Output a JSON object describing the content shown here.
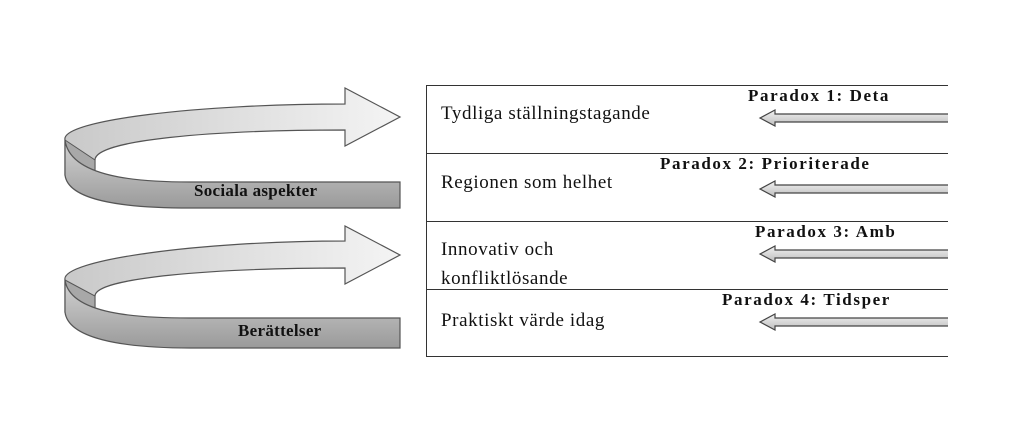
{
  "left_arrows": [
    {
      "label": "Sociala aspekter"
    },
    {
      "label": "Berättelser"
    }
  ],
  "rows": [
    {
      "paradox": "Paradox 1: Deta",
      "text": "Tydliga ställningstagande"
    },
    {
      "paradox": "Paradox 2: Prioriterade",
      "text": "Regionen som helhet"
    },
    {
      "paradox": "Paradox 3: Amb",
      "text_line1": "Innovativ och",
      "text_line2": "konfliktlösande"
    },
    {
      "paradox": "Paradox 4: Tidsper",
      "text": "Praktiskt värde idag"
    }
  ]
}
